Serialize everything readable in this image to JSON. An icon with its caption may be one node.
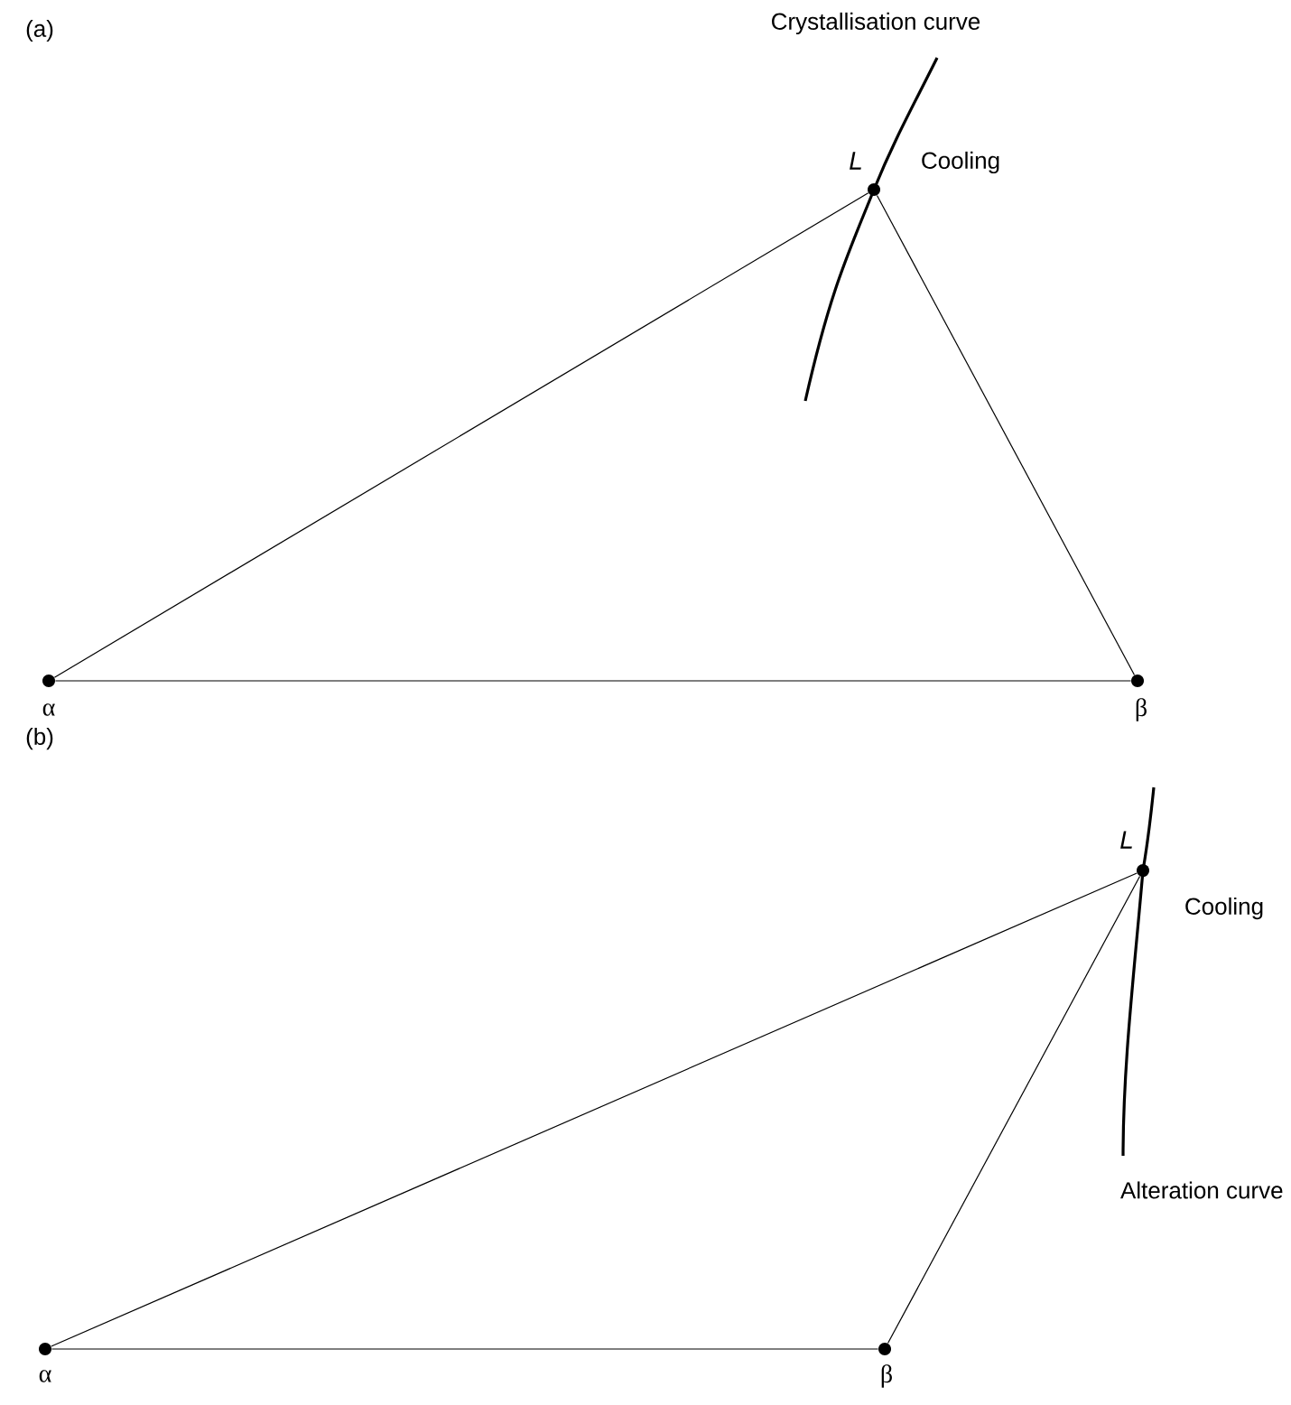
{
  "diagram": {
    "nodes": [
      {
        "text": [
          "α"
        ]
      },
      {
        "text": [
          "β"
        ]
      },
      {
        "text": [
          "L"
        ],
        "beside": [
          "Cooling"
        ]
      },
      {
        "text": [
          "α"
        ]
      },
      {
        "text": [
          "β"
        ]
      },
      {
        "text": [
          "L"
        ],
        "beside": [
          "Cooling"
        ]
      }
    ],
    "edges": [
      {
        "from": 0,
        "to": 2,
        "arrow": "none"
      },
      {
        "from": 2,
        "to": 1,
        "arrow": "none"
      },
      {
        "from": 0,
        "to": 1,
        "arrow": "none"
      },
      {
        "from": 3,
        "to": 5,
        "arrow": "none"
      },
      {
        "from": 5,
        "to": 4,
        "arrow": "none"
      },
      {
        "from": 3,
        "to": 4,
        "arrow": "none"
      }
    ],
    "labels": [
      "(a)",
      "Crystallisation curve",
      "(b)",
      "Alteration curve"
    ]
  }
}
